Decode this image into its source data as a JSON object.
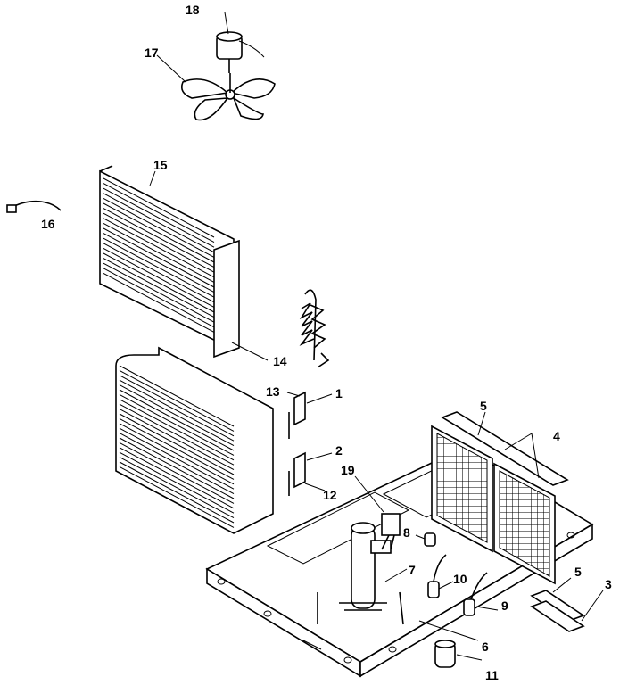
{
  "callouts": {
    "c1": "1",
    "c2": "2",
    "c3": "3",
    "c4": "4",
    "c5a": "5",
    "c5b": "5",
    "c6": "6",
    "c7": "7",
    "c8": "8",
    "c9": "9",
    "c10": "10",
    "c11": "11",
    "c12": "12",
    "c13": "13",
    "c14": "14",
    "c15": "15",
    "c16": "16",
    "c17": "17",
    "c18": "18",
    "c19": "19"
  },
  "colors": {
    "line": "#000000",
    "background": "#ffffff"
  }
}
